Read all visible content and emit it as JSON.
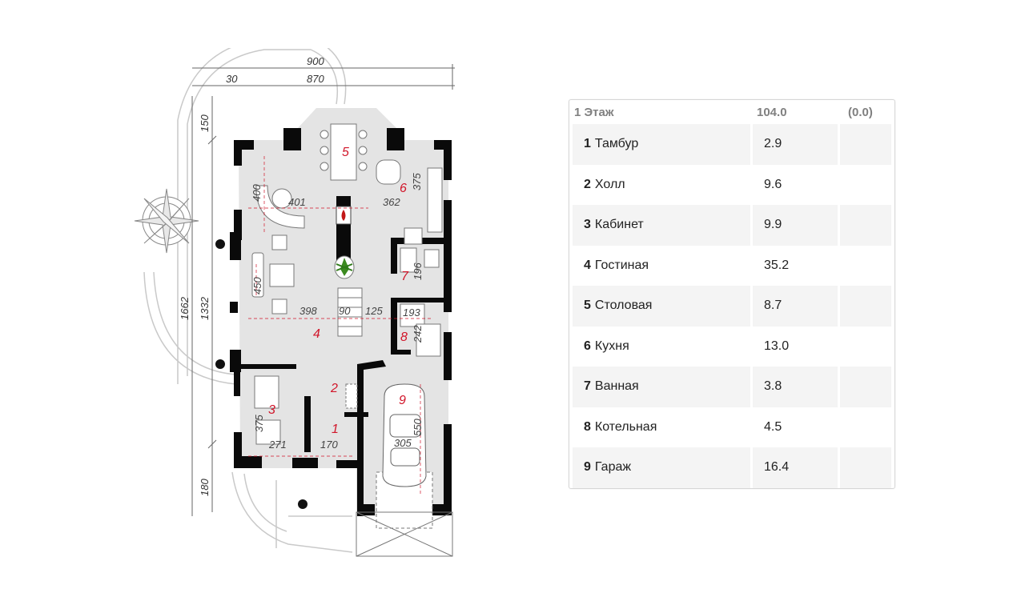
{
  "plan": {
    "room_numbers": [
      "1",
      "2",
      "3",
      "4",
      "5",
      "6",
      "7",
      "8",
      "9"
    ],
    "dimensions": {
      "top_total": "900",
      "top_inner": "870",
      "top_left": "30",
      "left_top": "150",
      "left_total": "1662",
      "left_inner": "1332",
      "left_bottom": "180",
      "d400": "400",
      "d401": "401",
      "d362": "362",
      "d375a": "375",
      "d450": "450",
      "d196": "196",
      "d398": "398",
      "d90": "90",
      "d125": "125",
      "d193": "193",
      "d242": "242",
      "d375b": "375",
      "d271": "271",
      "d170": "170",
      "d305": "305",
      "d550": "550"
    }
  },
  "table": {
    "header": {
      "floor": "1 Этаж",
      "area": "104.0",
      "extra": "(0.0)"
    },
    "rows": [
      {
        "num": "1",
        "name": "Тамбур",
        "area": "2.9"
      },
      {
        "num": "2",
        "name": "Холл",
        "area": "9.6"
      },
      {
        "num": "3",
        "name": "Кабинет",
        "area": "9.9"
      },
      {
        "num": "4",
        "name": "Гостиная",
        "area": "35.2"
      },
      {
        "num": "5",
        "name": "Столовая",
        "area": "8.7"
      },
      {
        "num": "6",
        "name": "Кухня",
        "area": "13.0"
      },
      {
        "num": "7",
        "name": "Ванная",
        "area": "3.8"
      },
      {
        "num": "8",
        "name": "Котельная",
        "area": "4.5"
      },
      {
        "num": "9",
        "name": "Гараж",
        "area": "16.4"
      }
    ]
  }
}
